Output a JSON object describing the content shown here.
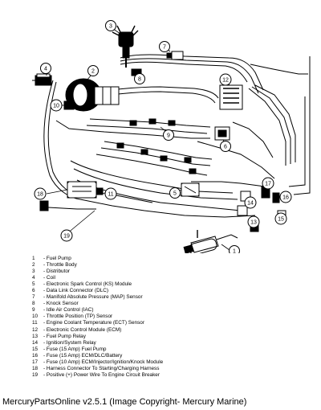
{
  "callouts": [
    {
      "label": "1"
    },
    {
      "label": "2"
    },
    {
      "label": "3"
    },
    {
      "label": "4"
    },
    {
      "label": "5"
    },
    {
      "label": "6"
    },
    {
      "label": "7"
    },
    {
      "label": "8"
    },
    {
      "label": "9"
    },
    {
      "label": "10"
    },
    {
      "label": "11"
    },
    {
      "label": "12"
    },
    {
      "label": "13"
    },
    {
      "label": "14"
    },
    {
      "label": "15"
    },
    {
      "label": "16"
    },
    {
      "label": "17"
    },
    {
      "label": "18"
    },
    {
      "label": "19"
    }
  ],
  "legend": [
    {
      "num": "1",
      "text": "- Fuel Pump"
    },
    {
      "num": "2",
      "text": "- Throttle Body"
    },
    {
      "num": "3",
      "text": "- Distributor"
    },
    {
      "num": "4",
      "text": "- Coil"
    },
    {
      "num": "5",
      "text": "- Electronic Spark Control (KS) Module"
    },
    {
      "num": "6",
      "text": "- Data Link Connector (DLC)"
    },
    {
      "num": "7",
      "text": "- Manifold Absolute Pressure (MAP) Sensor"
    },
    {
      "num": "8",
      "text": "- Knock Sensor"
    },
    {
      "num": "9",
      "text": "- Idle Air Control (IAC)"
    },
    {
      "num": "10",
      "text": "- Throttle Position (TP) Sensor"
    },
    {
      "num": "11",
      "text": "- Engine Coolant Temperature (ECT) Sensor"
    },
    {
      "num": "12",
      "text": "- Electronic Control Module (ECM)"
    },
    {
      "num": "13",
      "text": "- Fuel Pump Relay"
    },
    {
      "num": "14",
      "text": "- Ignition/System Relay"
    },
    {
      "num": "15",
      "text": "- Fuse (15 Amp) Fuel Pump"
    },
    {
      "num": "16",
      "text": "- Fuse (15 Amp) ECM/DLC/Battery"
    },
    {
      "num": "17",
      "text": "- Fuse (10 Amp) ECM/Injector/Ignition/Knock Module"
    },
    {
      "num": "18",
      "text": "- Harness Connector To Starting/Charging Harness"
    },
    {
      "num": "19",
      "text": "- Positive (+) Power Wire To Engine Circuit Breaker"
    }
  ],
  "footer": {
    "text": "MercuryPartsOnline v2.5.1 (Image Copyright- Mercury Marine)"
  }
}
